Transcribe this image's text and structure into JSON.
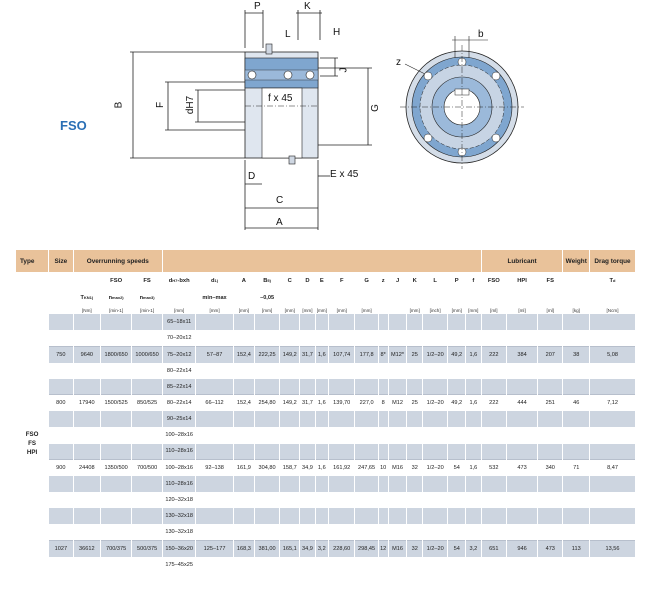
{
  "series_label": "FSO",
  "drawing_dims": {
    "P": "P",
    "K": "K",
    "L": "L",
    "H": "H",
    "J": "J",
    "B": "B",
    "F": "F",
    "dH7": "dH7",
    "f45": "f x 45",
    "G": "G",
    "D": "D",
    "E45": "E x 45",
    "C": "C",
    "A": "A",
    "z": "z",
    "b": "b"
  },
  "table": {
    "head": {
      "type": "Type",
      "size": "Size",
      "overrunning": "Overrunning speeds",
      "lubricant": "Lubricant",
      "weight": "Weight",
      "drag_torque": "Drag torque",
      "overrun_fso": "FSO",
      "overrun_fs": "FS",
      "bore": "d",
      "bore_sup": "H7",
      "bore_suffix": "-bxh",
      "d_min_max": "d",
      "d_sup": "1)",
      "A": "A",
      "B": "B",
      "B_sup": "5)",
      "C": "C",
      "D": "D",
      "E": "E",
      "F": "F",
      "G": "G",
      "z": "z",
      "J": "J",
      "K": "K",
      "L": "L",
      "P": "P",
      "f": "f",
      "lub_fso": "FSO",
      "lub_hpi": "HPI",
      "lub_fs": "FS",
      "tkn": "T",
      "tkn_sub": "KN",
      "tkn_sup": "1)",
      "nmax_fso": "n",
      "nmax_fso_sub": "max",
      "nmax_fso_sup": "2)",
      "nmax_fs": "n",
      "nmax_fs_sub": "max",
      "nmax_fs_sup": "3)",
      "min_max": "min–max",
      "b_tol": "–0,05",
      "td": "T",
      "td_sub": "d",
      "unit_nm": "[Nm]",
      "unit_min_fso": "[min-1]",
      "unit_min_fs": "[min-1]",
      "unit_bore": "[mm]",
      "unit_d": "[mm]",
      "unit_A": "[mm]",
      "unit_B": "[mm]",
      "unit_C": "[mm]",
      "unit_D": "[mm]",
      "unit_E": "[mm]",
      "unit_F": "[mm]",
      "unit_G": "[mm]",
      "unit_K": "[mm]",
      "unit_L": "[inch]",
      "unit_P": "[mm]",
      "unit_f": "[mm]",
      "unit_lub_fso": "[ml]",
      "unit_lub_hpi": "[ml]",
      "unit_lub_fs": "[ml]",
      "unit_weight": "[kg]",
      "unit_drag": "[Ncm]"
    },
    "type_label": [
      "FSO",
      "FS",
      "HPI"
    ],
    "rows": [
      {
        "shade": true,
        "bore": "65–18x11"
      },
      {
        "shade": false,
        "bore": "70–20x12"
      },
      {
        "shade": true,
        "sep": true,
        "size": "750",
        "tkn": "9640",
        "nfso": "1800/650",
        "nfs": "1000/650",
        "bore": "75–20x12",
        "dmm": "57–87",
        "A": "152,4",
        "B": "222,25",
        "C": "149,2",
        "D": "31,7",
        "E": "1,6",
        "F": "107,74",
        "G": "177,8",
        "z": "8*",
        "J": "M12*",
        "K": "25",
        "L": "1/2–20",
        "P": "49,2",
        "f": "1,6",
        "lfso": "222",
        "lhpi": "384",
        "lfs": "207",
        "w": "38",
        "td": "5,08"
      },
      {
        "shade": false,
        "bore": "80–22x14"
      },
      {
        "shade": true,
        "bore": "85–22x14"
      },
      {
        "shade": false,
        "sep": true,
        "size": "800",
        "tkn": "17940",
        "nfso": "1500/525",
        "nfs": "850/525",
        "bore": "80–22x14",
        "dmm": "66–112",
        "A": "152,4",
        "B": "254,80",
        "C": "149,2",
        "D": "31,7",
        "E": "1,6",
        "F": "139,70",
        "G": "227,0",
        "z": "8",
        "J": "M12",
        "K": "25",
        "L": "1/2–20",
        "P": "49,2",
        "f": "1,6",
        "lfso": "222",
        "lhpi": "444",
        "lfs": "251",
        "w": "46",
        "td": "7,12"
      },
      {
        "shade": true,
        "bore": "90–25x14"
      },
      {
        "shade": false,
        "bore": "100–28x16"
      },
      {
        "shade": true,
        "bore": "110–28x16"
      },
      {
        "shade": false,
        "sep": true,
        "size": "900",
        "tkn": "24408",
        "nfso": "1350/500",
        "nfs": "700/500",
        "bore": "100–28x16",
        "dmm": "92–138",
        "A": "161,9",
        "B": "304,80",
        "C": "158,7",
        "D": "34,9",
        "E": "1,6",
        "F": "161,92",
        "G": "247,65",
        "z": "10",
        "J": "M16",
        "K": "32",
        "L": "1/2–20",
        "P": "54",
        "f": "1,6",
        "lfso": "532",
        "lhpi": "473",
        "lfs": "340",
        "w": "71",
        "td": "8,47"
      },
      {
        "shade": true,
        "bore": "110–28x16"
      },
      {
        "shade": false,
        "bore": "120–32x18"
      },
      {
        "shade": true,
        "bore": "130–32x18"
      },
      {
        "shade": false,
        "bore": "130–32x18"
      },
      {
        "shade": true,
        "sep": true,
        "size": "1027",
        "tkn": "36612",
        "nfso": "700/375",
        "nfs": "500/375",
        "bore": "150–36x20",
        "dmm": "125–177",
        "A": "168,3",
        "B": "381,00",
        "C": "165,1",
        "D": "34,9",
        "E": "3,2",
        "F": "228,60",
        "G": "298,45",
        "z": "12",
        "J": "M16",
        "K": "32",
        "L": "1/2–20",
        "P": "54",
        "f": "3,2",
        "lfso": "651",
        "lhpi": "946",
        "lfs": "473",
        "w": "113",
        "td": "13,56"
      },
      {
        "shade": false,
        "bore": "175–45x25"
      }
    ]
  }
}
